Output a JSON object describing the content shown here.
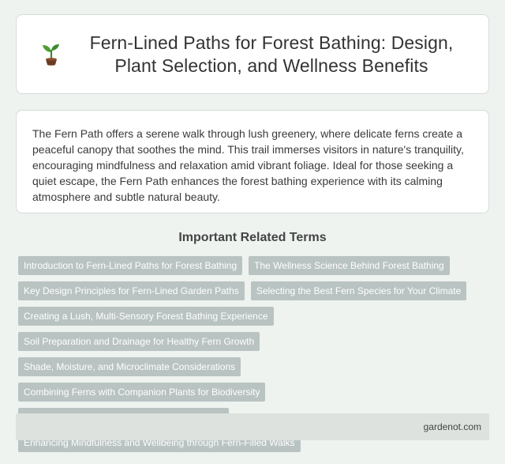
{
  "header": {
    "icon": "sprout-icon",
    "title": "Fern-Lined Paths for Forest Bathing: Design, Plant Selection, and Wellness Benefits"
  },
  "description": {
    "text": "The Fern Path offers a serene walk through lush greenery, where delicate ferns create a peaceful canopy that soothes the mind. This trail immerses visitors in nature's tranquility, encouraging mindfulness and relaxation amid vibrant foliage. Ideal for those seeking a quiet escape, the Fern Path enhances the forest bathing experience with its calming atmosphere and subtle natural beauty."
  },
  "related": {
    "heading": "Important Related Terms",
    "terms": [
      "Introduction to Fern-Lined Paths for Forest Bathing",
      "The Wellness Science Behind Forest Bathing",
      "Key Design Principles for Fern-Lined Garden Paths",
      "Selecting the Best Fern Species for Your Climate",
      "Creating a Lush, Multi-Sensory Forest Bathing Experience",
      "Soil Preparation and Drainage for Healthy Fern Growth",
      "Shade, Moisture, and Microclimate Considerations",
      "Combining Ferns with Companion Plants for Biodiversity",
      "Maintenance Tips for Thriving Fern-Lined Paths",
      "Enhancing Mindfulness and Wellbeing through Fern-Filled Walks"
    ]
  },
  "footer": {
    "site": "gardenot.com"
  },
  "colors": {
    "background": "#eef3f0",
    "tag": "#b9c3c2",
    "footer": "#dde2df",
    "sprout_leaf": "#3c8a2e",
    "sprout_soil": "#6b3a22"
  }
}
